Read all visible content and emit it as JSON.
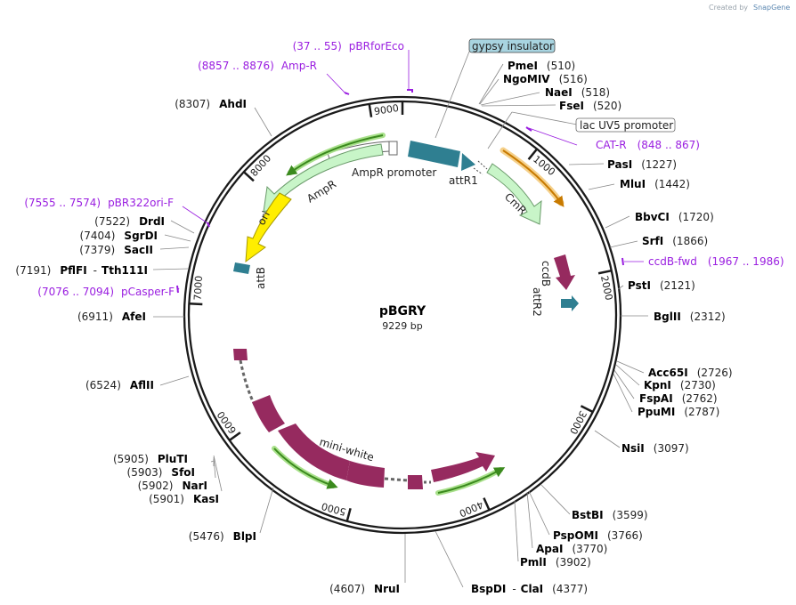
{
  "watermark": {
    "created_by": "Created by",
    "brand": "SnapGene"
  },
  "plasmid": {
    "name": "pBGRY",
    "size": "9229 bp",
    "length": 9229
  },
  "scale_ticks": [
    {
      "pos": 1000,
      "label": "1000"
    },
    {
      "pos": 2000,
      "label": "2000"
    },
    {
      "pos": 3000,
      "label": "3000"
    },
    {
      "pos": 4000,
      "label": "4000"
    },
    {
      "pos": 5000,
      "label": "5000"
    },
    {
      "pos": 6000,
      "label": "6000"
    },
    {
      "pos": 7000,
      "label": "7000"
    },
    {
      "pos": 8000,
      "label": "8000"
    },
    {
      "pos": 9000,
      "label": "9000"
    }
  ],
  "enzymes": [
    {
      "name": "PmeI",
      "pos": "(510)"
    },
    {
      "name": "NgoMIV",
      "pos": "(516)"
    },
    {
      "name": "NaeI",
      "pos": "(518)"
    },
    {
      "name": "FseI",
      "pos": "(520)"
    },
    {
      "name": "PasI",
      "pos": "(1227)"
    },
    {
      "name": "MluI",
      "pos": "(1442)"
    },
    {
      "name": "BbvCI",
      "pos": "(1720)"
    },
    {
      "name": "SrfI",
      "pos": "(1866)"
    },
    {
      "name": "PstI",
      "pos": "(2121)"
    },
    {
      "name": "BglII",
      "pos": "(2312)"
    },
    {
      "name": "Acc65I",
      "pos": "(2726)"
    },
    {
      "name": "KpnI",
      "pos": "(2730)"
    },
    {
      "name": "FspAI",
      "pos": "(2762)"
    },
    {
      "name": "PpuMI",
      "pos": "(2787)"
    },
    {
      "name": "NsiI",
      "pos": "(3097)"
    },
    {
      "name": "BstBI",
      "pos": "(3599)"
    },
    {
      "name": "PspOMI",
      "pos": "(3766)"
    },
    {
      "name": "ApaI",
      "pos": "(3770)"
    },
    {
      "name": "PmlI",
      "pos": "(3902)"
    },
    {
      "name": "BspDI",
      "pos": "(4377)",
      "alias": "ClaI",
      "sep": "-"
    },
    {
      "name": "NruI",
      "pos": "(4607)"
    },
    {
      "name": "BlpI",
      "pos": "(5476)"
    },
    {
      "name": "KasI",
      "pos": "(5901)"
    },
    {
      "name": "NarI",
      "pos": "(5902)"
    },
    {
      "name": "SfoI",
      "pos": "(5903)"
    },
    {
      "name": "PluTI",
      "pos": "(5905)"
    },
    {
      "name": "AflII",
      "pos": "(6524)"
    },
    {
      "name": "AfeI",
      "pos": "(6911)"
    },
    {
      "name": "PflFI",
      "pos": "(7191)",
      "alias": "Tth111I",
      "sep": "-"
    },
    {
      "name": "SacII",
      "pos": "(7379)"
    },
    {
      "name": "SgrDI",
      "pos": "(7404)"
    },
    {
      "name": "DrdI",
      "pos": "(7522)"
    },
    {
      "name": "AhdI",
      "pos": "(8307)"
    }
  ],
  "primers": [
    {
      "name": "pBRforEco",
      "range": "(37 .. 55)"
    },
    {
      "name": "Amp-R",
      "range": "(8857 .. 8876)"
    },
    {
      "name": "CAT-R",
      "range": "(848 .. 867)"
    },
    {
      "name": "ccdB-fwd",
      "range": "(1967 .. 1986)"
    },
    {
      "name": "pBR322ori-F",
      "range": "(7555 .. 7574)"
    },
    {
      "name": "pCasper-F",
      "range": "(7076 .. 7094)"
    }
  ],
  "features": {
    "gypsy": "gypsy insulator",
    "lacuv5": "lac UV5 promoter",
    "attR1": "attR1",
    "CmR": "CmR",
    "ccdB": "ccdB",
    "attR2": "attR2",
    "AmpR": "AmpR",
    "AmpR_promoter": "AmpR promoter",
    "ori": "ori",
    "attB": "attB",
    "mini_white": "mini-white"
  },
  "colors": {
    "backbone": "#1a1a1a",
    "att": "#2f7f91",
    "marker": "#c8f5c8",
    "ori": "#ffee00",
    "gene": "#962a5f",
    "primer": "#9a1ee0",
    "gypsy_fill": "#a8d4e0"
  }
}
